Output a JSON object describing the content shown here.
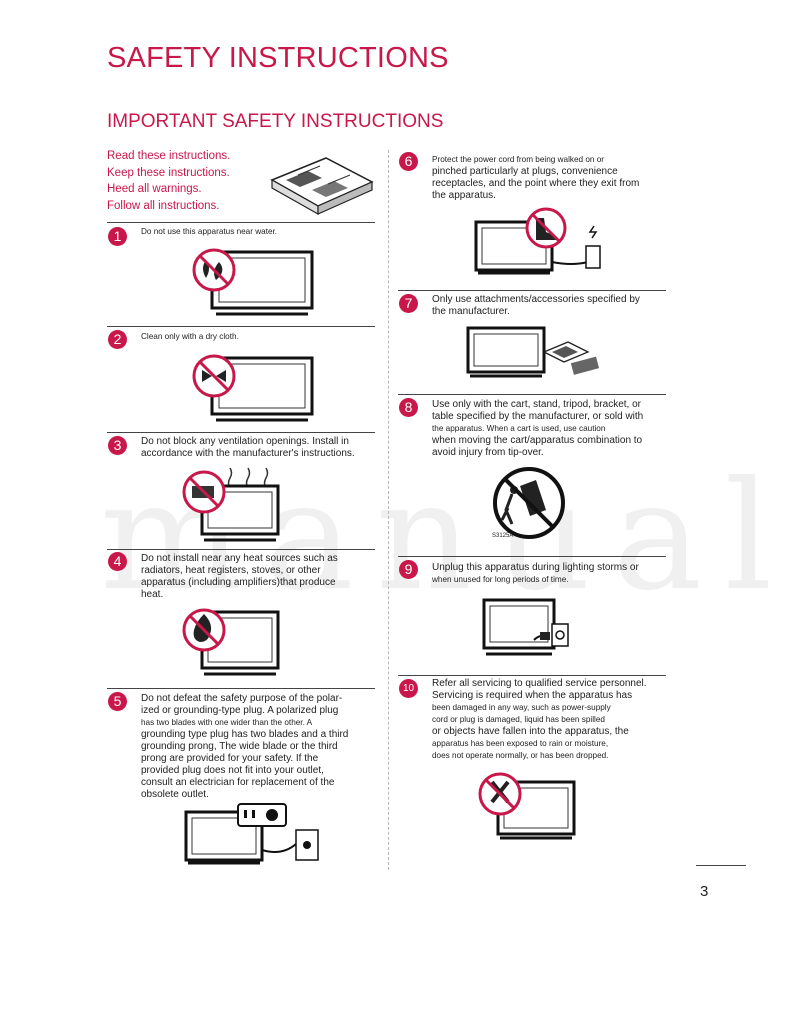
{
  "page": {
    "title": "SAFETY INSTRUCTIONS",
    "subtitle": "IMPORTANT SAFETY INSTRUCTIONS",
    "intro_lines": [
      "Read these instructions.",
      "Keep these instructions.",
      "Heed all warnings.",
      "Follow all instructions."
    ],
    "page_number": "3",
    "watermark": "manual",
    "accent_color": "#c8184a"
  },
  "items": [
    {
      "num": "1",
      "lines": [
        {
          "t": "Do not use this apparatus near water.",
          "s": true
        }
      ],
      "icon": "no-water-icon"
    },
    {
      "num": "2",
      "lines": [
        {
          "t": "Clean only with a dry cloth.",
          "s": true
        }
      ],
      "icon": "no-spray-icon"
    },
    {
      "num": "3",
      "lines": [
        {
          "t": "Do not block any ventilation openings. Install in",
          "s": false
        },
        {
          "t": "accordance with the manufacturer's instructions.",
          "s": false
        }
      ],
      "icon": "no-block-vent-icon"
    },
    {
      "num": "4",
      "lines": [
        {
          "t": "Do not install near any heat sources such as",
          "s": false
        },
        {
          "t": "radiators, heat registers, stoves, or other",
          "s": false
        },
        {
          "t": "apparatus (including amplifiers)that produce",
          "s": false
        },
        {
          "t": "heat.",
          "s": false
        }
      ],
      "icon": "no-fire-icon"
    },
    {
      "num": "5",
      "lines": [
        {
          "t": "Do not defeat the safety purpose of the polar-",
          "s": false
        },
        {
          "t": "ized or grounding-type plug. A polarized plug",
          "s": false
        },
        {
          "t": "has two blades with one wider than the other. A",
          "s": true
        },
        {
          "t": "grounding type plug has two blades and a third",
          "s": false
        },
        {
          "t": "grounding prong, The wide blade or the third",
          "s": false
        },
        {
          "t": "prong are provided for your safety. If the",
          "s": false
        },
        {
          "t": "provided plug does not fit into your outlet,",
          "s": false
        },
        {
          "t": "consult an electrician for replacement of the",
          "s": false
        },
        {
          "t": "obsolete outlet.",
          "s": false
        }
      ],
      "icon": "grounded-plug-icon"
    },
    {
      "num": "6",
      "lines": [
        {
          "t": "Protect the power cord from being walked on or",
          "s": true
        },
        {
          "t": "pinched particularly at plugs, convenience",
          "s": false
        },
        {
          "t": "receptacles, and the point where they exit from",
          "s": false
        },
        {
          "t": "the apparatus.",
          "s": false
        }
      ],
      "icon": "no-step-cord-icon"
    },
    {
      "num": "7",
      "lines": [
        {
          "t": "Only use attachments/accessories specified by",
          "s": false
        },
        {
          "t": "the manufacturer.",
          "s": false
        }
      ],
      "icon": "accessories-icon"
    },
    {
      "num": "8",
      "lines": [
        {
          "t": "Use only with the cart, stand, tripod, bracket, or",
          "s": false
        },
        {
          "t": "table specified by the manufacturer, or sold with",
          "s": false
        },
        {
          "t": "the apparatus. When a cart is used, use caution",
          "s": true
        },
        {
          "t": "when moving the cart/apparatus combination to",
          "s": false
        },
        {
          "t": "avoid injury from tip-over.",
          "s": false
        }
      ],
      "icon": "cart-tipover-icon",
      "label": "S3125A"
    },
    {
      "num": "9",
      "lines": [
        {
          "t": "Unplug this apparatus during lighting storms or",
          "s": false
        },
        {
          "t": "when unused for long periods of time.",
          "s": true
        }
      ],
      "icon": "unplug-icon"
    },
    {
      "num": "10",
      "lines": [
        {
          "t": "Refer all servicing to qualified service personnel.",
          "s": false
        },
        {
          "t": "Servicing is required when the apparatus has",
          "s": false
        },
        {
          "t": "been damaged in any way, such as power-supply",
          "s": true
        },
        {
          "t": "cord or plug is damaged, liquid has been spilled",
          "s": true
        },
        {
          "t": "or objects have fallen into the apparatus, the",
          "s": false
        },
        {
          "t": "apparatus has been exposed to rain or moisture,",
          "s": true
        },
        {
          "t": "does not operate normally, or has been dropped.",
          "s": true
        }
      ],
      "icon": "no-self-service-icon"
    }
  ]
}
